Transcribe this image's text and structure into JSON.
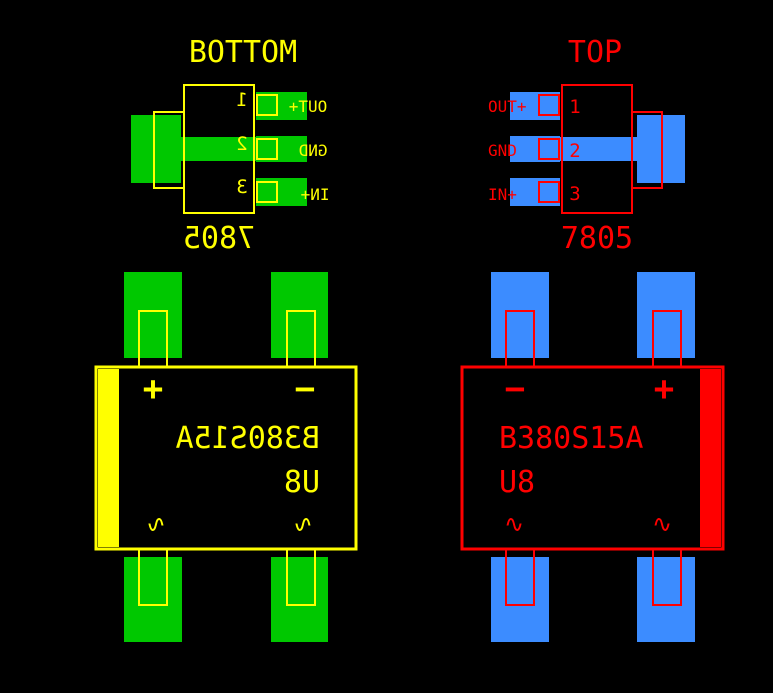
{
  "colors": {
    "background": "#000000",
    "bottom_silk": "#FFFF00",
    "bottom_copper": "#00C800",
    "top_silk": "#FF0000",
    "top_copper": "#3C8CFF"
  },
  "bottom": {
    "layer_title": "BOTTOM",
    "regulator": {
      "value": "7805",
      "pins": [
        {
          "number": "1",
          "name": "OUT+"
        },
        {
          "number": "2",
          "name": "GND"
        },
        {
          "number": "3",
          "name": "IN+"
        }
      ]
    },
    "bridge": {
      "part": "B380S15A",
      "ref": "U8",
      "plus": "+",
      "minus": "−",
      "ac_left": "∿",
      "ac_right": "∿"
    }
  },
  "top": {
    "layer_title": "TOP",
    "regulator": {
      "value": "7805",
      "pins": [
        {
          "number": "1",
          "name": "OUT+"
        },
        {
          "number": "2",
          "name": "GND"
        },
        {
          "number": "3",
          "name": "IN+"
        }
      ]
    },
    "bridge": {
      "part": "B380S15A",
      "ref": "U8",
      "plus": "+",
      "minus": "−",
      "ac_left": "∿",
      "ac_right": "∿"
    }
  }
}
